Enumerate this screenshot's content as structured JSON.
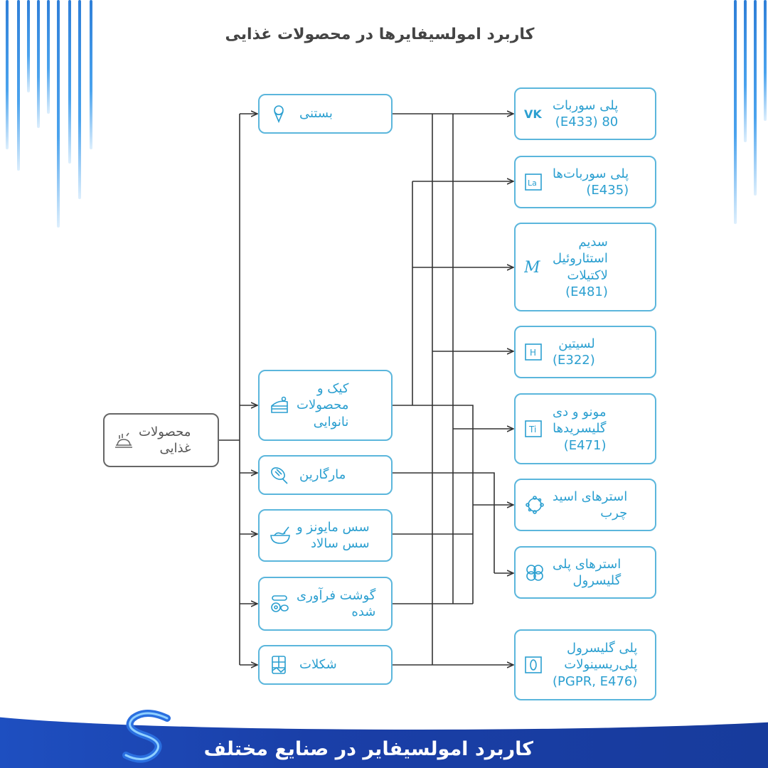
{
  "title": "کاربرد امولسیفایرها در محصولات غذایی",
  "root": {
    "label": "محصولات\nغذایی",
    "icon": "food-tray-icon"
  },
  "products": [
    {
      "label": "بستنی",
      "icon": "ice-cream-icon"
    },
    {
      "label": "کیک و\nمحصولات\nنانوایی",
      "icon": "cake-icon"
    },
    {
      "label": "مارگارین",
      "icon": "margarine-icon"
    },
    {
      "label": "سس مایونز و\nسس سالاد",
      "icon": "sauce-bowl-icon"
    },
    {
      "label": "گوشت فرآوری\nشده",
      "icon": "processed-meat-icon"
    },
    {
      "label": "شکلات",
      "icon": "chocolate-icon"
    }
  ],
  "emulsifiers": [
    {
      "label": "پلی سوربات\n80 (E433)",
      "icon": "vk-icon"
    },
    {
      "label": "پلی سوربات‌ها\n(E435)",
      "icon": "element-la-icon"
    },
    {
      "label": "سدیم\nاستئاروئیل\nلاکتیلات\n(E481)",
      "icon": "script-m-icon"
    },
    {
      "label": "لسیتین\n(E322)",
      "icon": "element-h-icon"
    },
    {
      "label": "مونو و دی\nگلیسریدها\n(E471)",
      "icon": "element-ti-icon"
    },
    {
      "label": "استرهای اسید\nچرب",
      "icon": "molecule-icon"
    },
    {
      "label": "استرهای پلی\nگلیسرول",
      "icon": "cluster-icon"
    },
    {
      "label": "پلی گلیسرول\nپلی‌ریسینولات\n(PGPR, E476)",
      "icon": "zero-icon"
    }
  ],
  "footer": {
    "text": "کاربرد امولسیفایر در صنایع مختلف",
    "logo": "s-logo-icon"
  },
  "colors": {
    "accent": "#2b9fd0",
    "border": "#5bb6dc",
    "footer": "#1e4fc0",
    "line": "#333333"
  }
}
